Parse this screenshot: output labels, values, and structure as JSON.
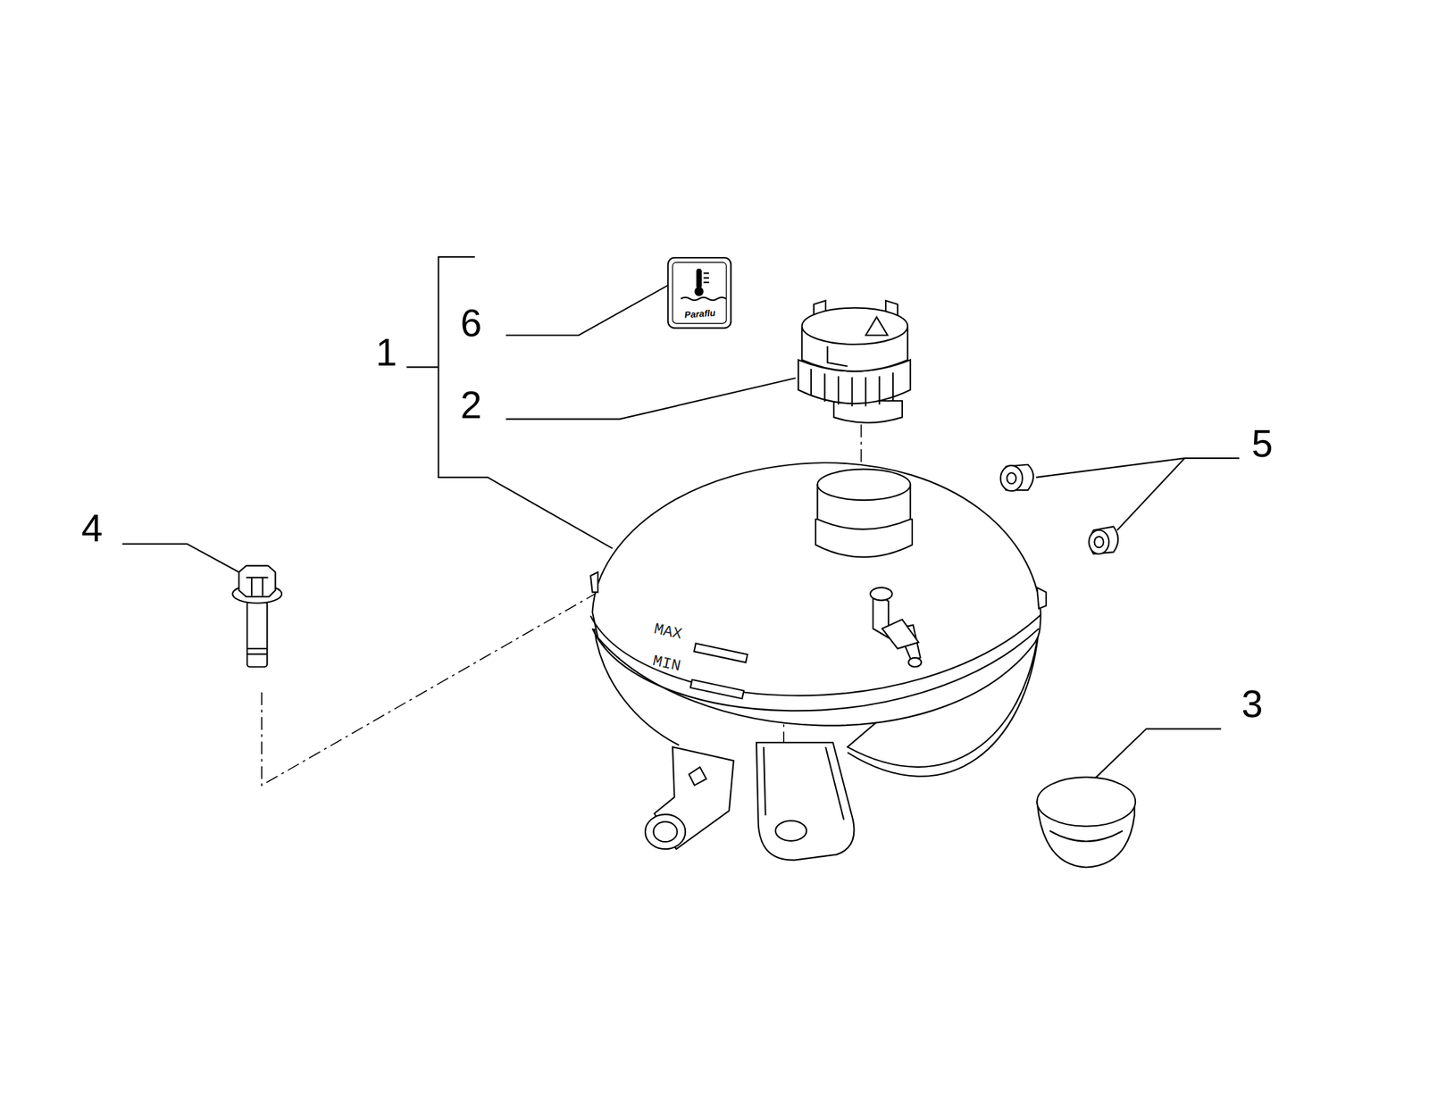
{
  "diagram": {
    "labels": [
      "1",
      "6",
      "2",
      "5",
      "4",
      "3",
      "MAX",
      "MIN",
      "Paraflu"
    ]
  }
}
